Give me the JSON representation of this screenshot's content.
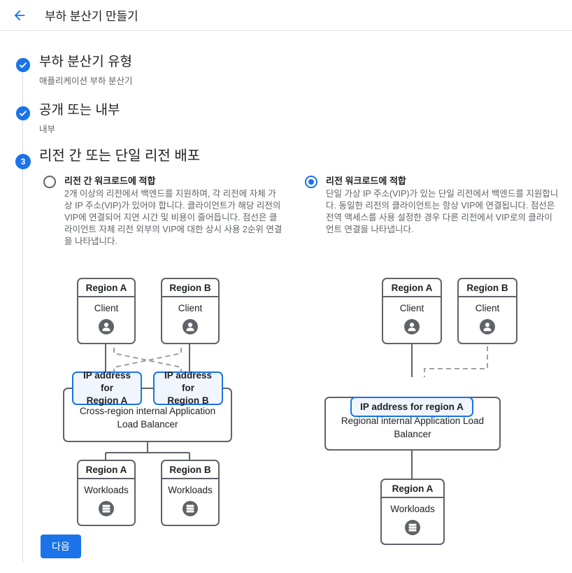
{
  "header": {
    "back_icon": "arrow-left-icon",
    "title": "부하 분산기 만들기"
  },
  "steps": [
    {
      "id": "step-load-balancer-type",
      "state": "complete",
      "icon": "check-circle-icon",
      "title": "부하 분산기 유형",
      "summary": "애플리케이션 부하 분산기"
    },
    {
      "id": "step-public-or-internal",
      "state": "complete",
      "icon": "check-circle-icon",
      "title": "공개 또는 내부",
      "summary": "내부"
    },
    {
      "id": "step-deployment-scope",
      "state": "active",
      "number": "3",
      "title": "리전 간 또는 단일 리전 배포"
    }
  ],
  "options": [
    {
      "id": "cross-region",
      "selected": false,
      "label": "리전 간 워크로드에 적합",
      "description": "2개 이상의 리전에서 백엔드를 지원하며, 각 리전에 자체 가상 IP 주소(VIP)가 있어야 합니다. 클라이언트가 해당 리전의 VIP에 연결되어 지연 시간 및 비용이 줄어듭니다. 점선은 클라이언트 자체 리전 외부의 VIP에 대한 상시 사용 2순위 연결을 나타냅니다."
    },
    {
      "id": "single-region",
      "selected": true,
      "label": "리전 워크로드에 적합",
      "description": "단일 가상 IP 주소(VIP)가 있는 단일 리전에서 백엔드를 지원합니다. 동일한 리전의 클라이언트는 항상 VIP에 연결됩니다. 점선은 전역 액세스를 사용 설정한 경우 다른 리전에서 VIP로의 클라이언트 연결을 나타냅니다."
    }
  ],
  "diagram_left": {
    "clients": [
      {
        "region": "Region A",
        "role": "Client",
        "icon": "person-icon"
      },
      {
        "region": "Region B",
        "role": "Client",
        "icon": "person-icon"
      }
    ],
    "ip_boxes": [
      {
        "line1": "IP address for",
        "line2": "Region A"
      },
      {
        "line1": "IP address for",
        "line2": "Region B"
      }
    ],
    "load_balancer": "Cross-region internal Application Load Balancer",
    "workloads": [
      {
        "region": "Region A",
        "role": "Workloads",
        "icon": "database-icon"
      },
      {
        "region": "Region B",
        "role": "Workloads",
        "icon": "database-icon"
      }
    ]
  },
  "diagram_right": {
    "clients": [
      {
        "region": "Region A",
        "role": "Client",
        "icon": "person-icon"
      },
      {
        "region": "Region B",
        "role": "Client",
        "icon": "person-icon"
      }
    ],
    "ip_boxes": [
      {
        "text": "IP address for region A"
      }
    ],
    "load_balancer": "Regional internal Application Load Balancer",
    "workloads": [
      {
        "region": "Region A",
        "role": "Workloads",
        "icon": "database-icon"
      }
    ]
  },
  "footer": {
    "next_label": "다음"
  },
  "colors": {
    "accent": "#1a73e8",
    "ip_box_fill": "#f1f6fe",
    "node_border": "#5f6368",
    "text_primary": "#202124",
    "text_secondary": "#5f6368",
    "divider": "#e0e0e0"
  }
}
